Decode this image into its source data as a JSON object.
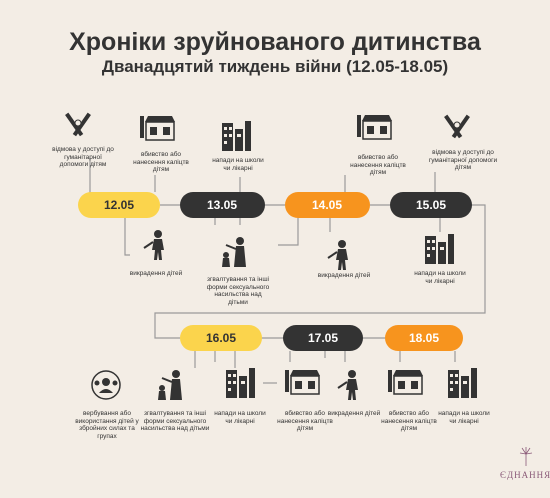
{
  "title": "Хроніки зруйнованого дитинства",
  "subtitle": "Дванадцятий тиждень війни (12.05-18.05)",
  "colors": {
    "yellow": "#fbd44c",
    "dark": "#333333",
    "orange": "#f7941e",
    "background": "#f3ede5"
  },
  "dates": [
    "12.05",
    "13.05",
    "14.05",
    "15.05",
    "16.05",
    "17.05",
    "18.05"
  ],
  "labels": {
    "denial": "відмова у доступі до гуманітарної допомоги дітям",
    "kill_injure": "вбивство або нанесення каліцтв дітям",
    "attacks": "напади на школи чи лікарні",
    "abduction": "викрадення дітей",
    "sexual": "згвалтування та інші форми сексуального насильства над дітьми",
    "recruit": "вербування або використання дітей у збройних силах та групах"
  },
  "logo": "ЄДНАННЯ"
}
